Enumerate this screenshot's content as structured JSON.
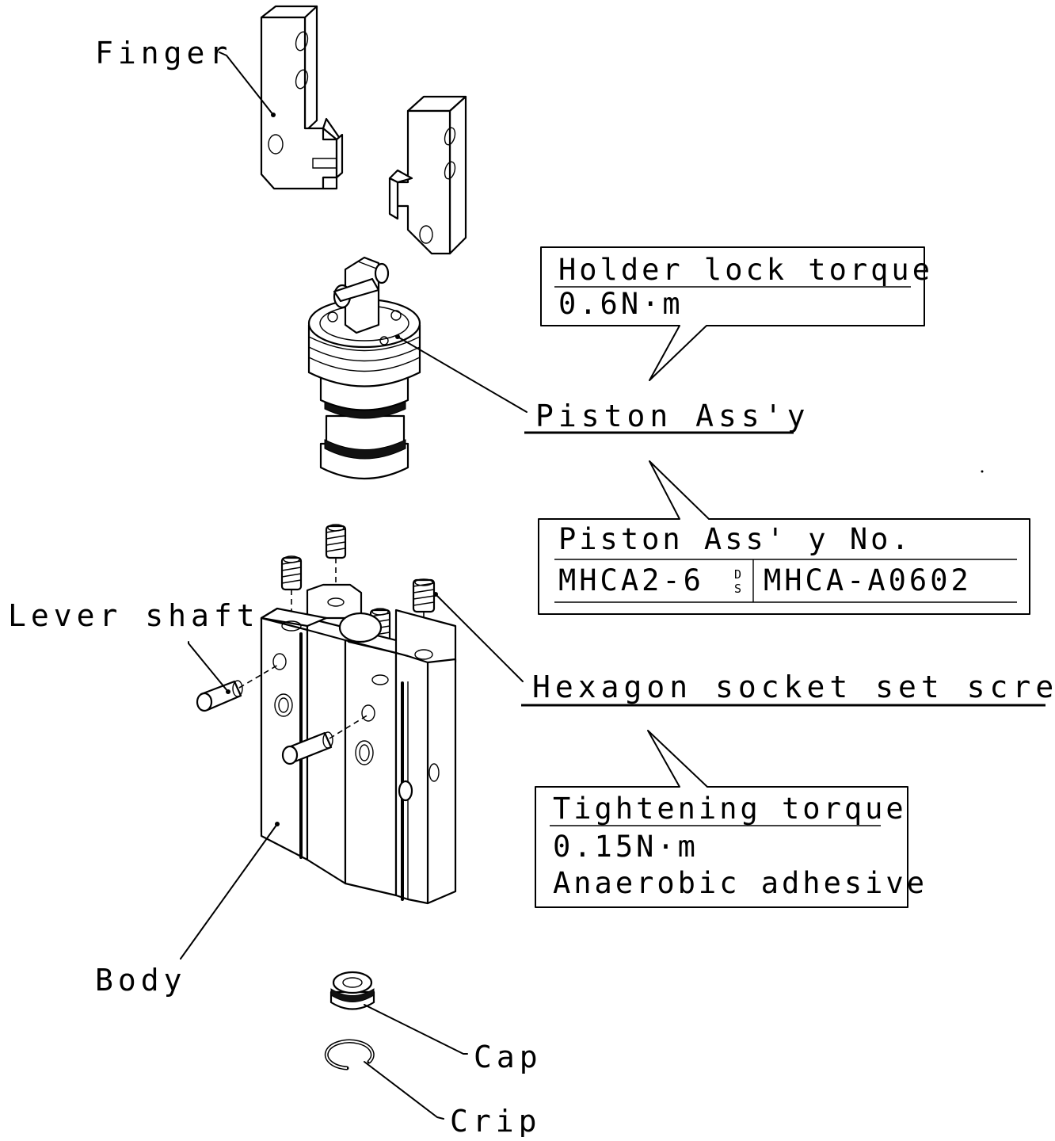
{
  "labels": {
    "finger": "Finger",
    "piston_assy": "Piston Ass'y",
    "lever_shaft": "Lever shaft",
    "hex_screw": "Hexagon socket set screw",
    "body": "Body",
    "cap": "Cap",
    "crip": "Crip"
  },
  "holder_box": {
    "title": "Holder lock torque",
    "value": "0.6N·m"
  },
  "piston_no_box": {
    "title": "Piston Ass' y No.",
    "model": "MHCA2-6",
    "model_sup": "D",
    "model_sub": "S",
    "part_no": "MHCA-A0602"
  },
  "tighten_box": {
    "title": "Tightening torque",
    "value": "0.15N·m",
    "note": "Anaerobic adhesive"
  }
}
